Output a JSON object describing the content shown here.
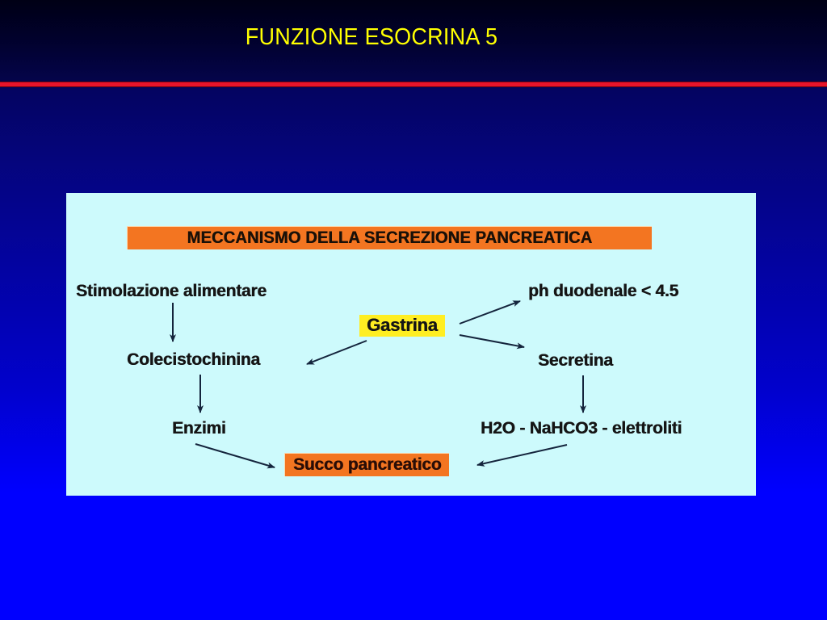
{
  "slide": {
    "title": "FUNZIONE ESOCRINA 5",
    "title_color": "#ffff00",
    "rule_color": "#e8142a",
    "background_top": "#000015",
    "background_bottom": "#0000ff"
  },
  "panel": {
    "background": "#cdfafc",
    "banner": {
      "label": "MECCANISMO DELLA SECREZIONE PANCREATICA",
      "background": "#f37521",
      "text_color": "#191008"
    }
  },
  "diagram": {
    "type": "flowchart",
    "nodes": [
      {
        "id": "stimolazione",
        "label": "Stimolazione alimentare",
        "style": "plain"
      },
      {
        "id": "ph_duodenale",
        "label": "ph duodenale < 4.5",
        "style": "plain"
      },
      {
        "id": "gastrina",
        "label": "Gastrina",
        "style": "highlight",
        "background": "#ffee22"
      },
      {
        "id": "colecistochinina",
        "label": "Colecistochinina",
        "style": "plain"
      },
      {
        "id": "secretina",
        "label": "Secretina",
        "style": "plain"
      },
      {
        "id": "enzimi",
        "label": "Enzimi",
        "style": "plain"
      },
      {
        "id": "h2o",
        "label": "H2O - NaHCO3 - elettroliti",
        "style": "plain"
      },
      {
        "id": "succo",
        "label": "Succo pancreatico",
        "style": "output",
        "background": "#f37521"
      }
    ],
    "edges": [
      {
        "from": "stimolazione",
        "to": "colecistochinina"
      },
      {
        "from": "gastrina",
        "to": "colecistochinina"
      },
      {
        "from": "gastrina",
        "to": "ph_duodenale"
      },
      {
        "from": "gastrina",
        "to": "secretina"
      },
      {
        "from": "colecistochinina",
        "to": "enzimi"
      },
      {
        "from": "secretina",
        "to": "h2o"
      },
      {
        "from": "enzimi",
        "to": "succo"
      },
      {
        "from": "h2o",
        "to": "succo"
      }
    ]
  }
}
